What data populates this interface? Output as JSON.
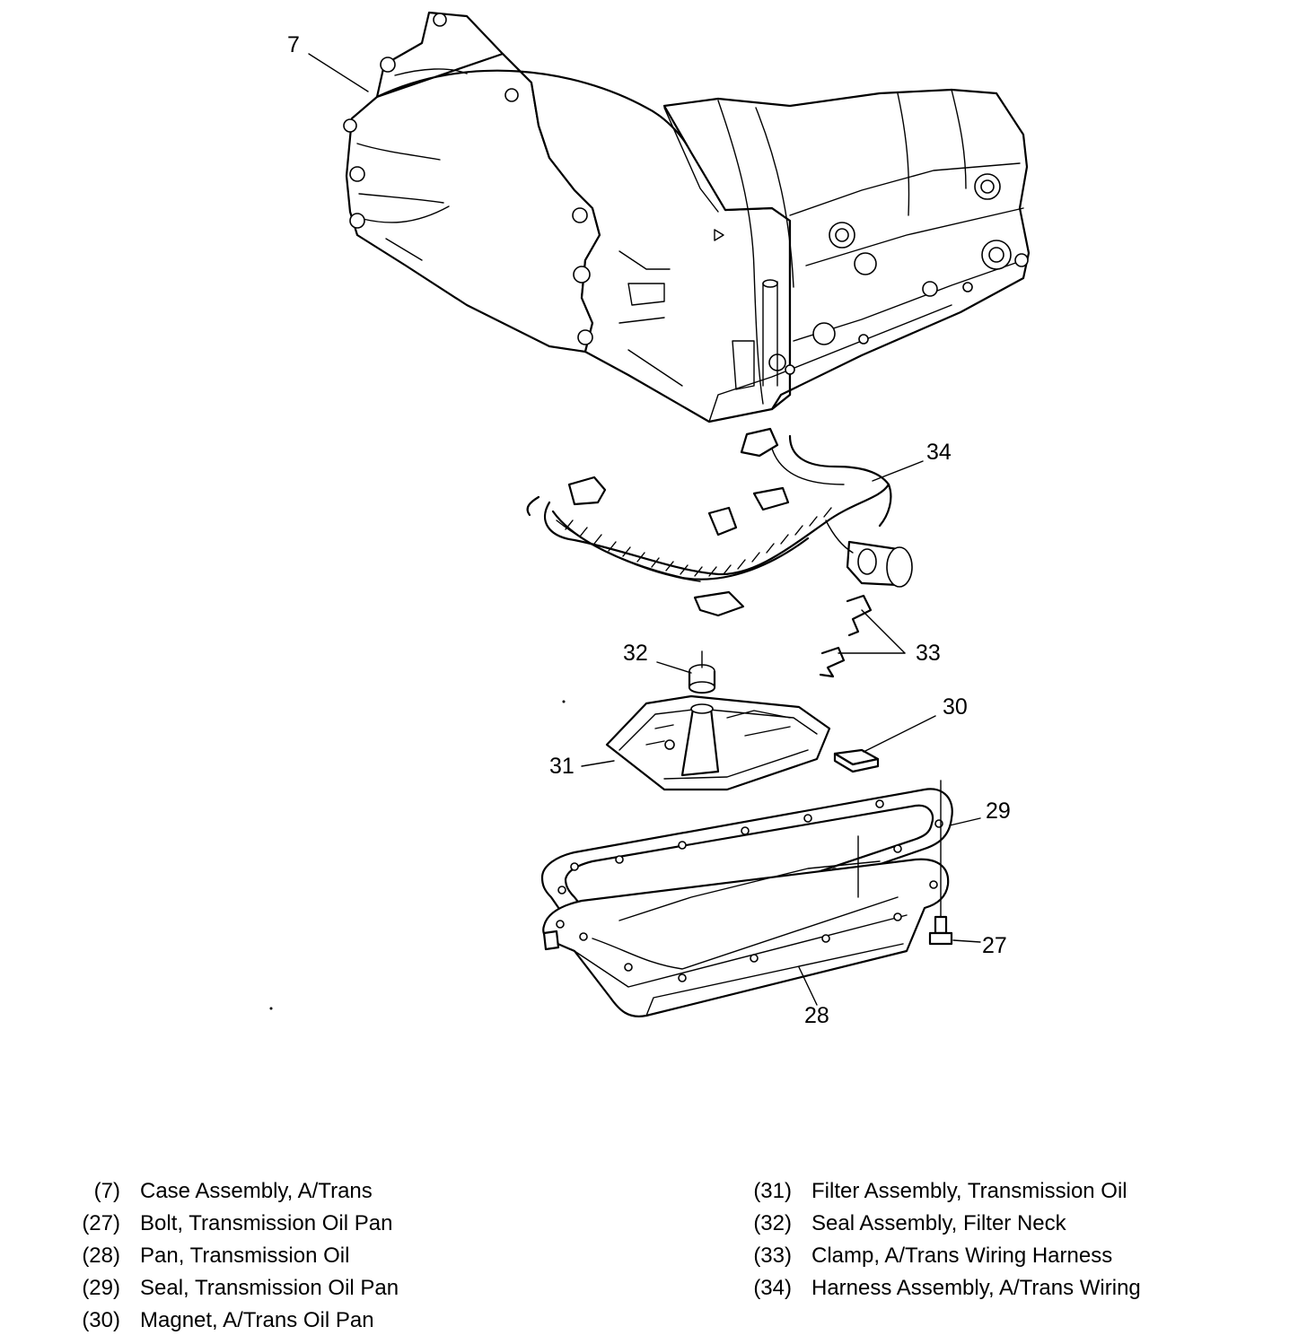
{
  "callouts": [
    {
      "id": "7",
      "label": "7"
    },
    {
      "id": "34",
      "label": "34"
    },
    {
      "id": "32",
      "label": "32"
    },
    {
      "id": "33",
      "label": "33"
    },
    {
      "id": "30",
      "label": "30"
    },
    {
      "id": "31",
      "label": "31"
    },
    {
      "id": "29",
      "label": "29"
    },
    {
      "id": "27",
      "label": "27"
    },
    {
      "id": "28",
      "label": "28"
    }
  ],
  "legend": {
    "left": [
      {
        "num": "(7)",
        "text": "Case Assembly, A/Trans"
      },
      {
        "num": "(27)",
        "text": "Bolt, Transmission Oil Pan"
      },
      {
        "num": "(28)",
        "text": "Pan, Transmission Oil"
      },
      {
        "num": "(29)",
        "text": "Seal, Transmission Oil Pan"
      },
      {
        "num": "(30)",
        "text": "Magnet, A/Trans Oil Pan"
      }
    ],
    "right": [
      {
        "num": "(31)",
        "text": "Filter Assembly, Transmission Oil"
      },
      {
        "num": "(32)",
        "text": "Seal Assembly, Filter Neck"
      },
      {
        "num": "(33)",
        "text": "Clamp, A/Trans Wiring Harness"
      },
      {
        "num": "(34)",
        "text": "Harness Assembly, A/Trans Wiring"
      }
    ]
  }
}
